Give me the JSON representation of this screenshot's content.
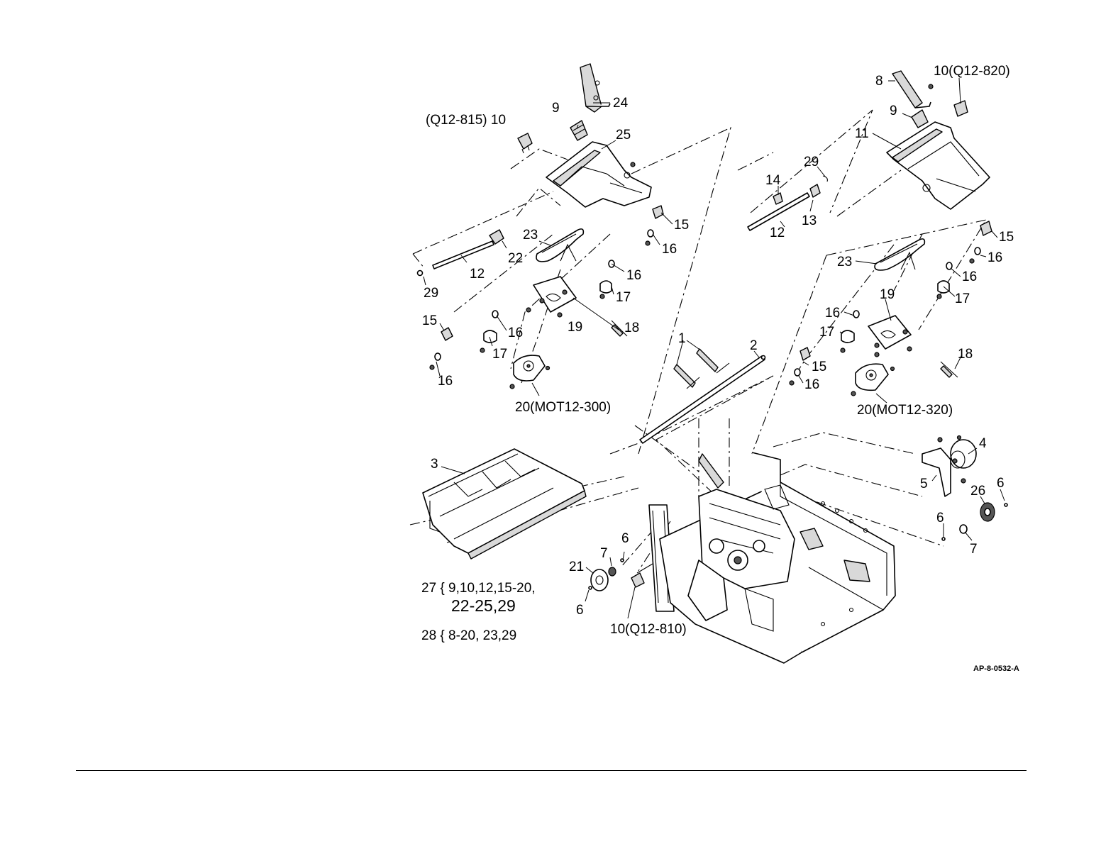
{
  "callouts": {
    "c_q12_815": "(Q12-815) 10",
    "c9_left": "9",
    "c24": "24",
    "c25": "25",
    "c15_a": "15",
    "c16_a": "16",
    "c23_left": "23",
    "c22": "22",
    "c12_left": "12",
    "c29_left": "29",
    "c16_b": "16",
    "c17_a": "17",
    "c15_b": "15",
    "c16_c": "16",
    "c17_b": "17",
    "c19_left": "19",
    "c18_left": "18",
    "c16_d": "16",
    "c20_mot300": "20(MOT12-300)",
    "c8": "8",
    "c10_q12_820": "10(Q12-820)",
    "c9_right": "9",
    "c11": "11",
    "c29_right": "29",
    "c14": "14",
    "c13": "13",
    "c12_right": "12",
    "c15_c": "15",
    "c16_e": "16",
    "c23_right": "23",
    "c16_f": "16",
    "c17_c": "17",
    "c19_right": "19",
    "c16_g": "16",
    "c17_d": "17",
    "c15_d": "15",
    "c16_h": "16",
    "c18_right": "18",
    "c20_mot320": "20(MOT12-320)",
    "c1": "1",
    "c2": "2",
    "c3": "3",
    "c4": "4",
    "c5": "5",
    "c26": "26",
    "c6_a": "6",
    "c6_b": "6",
    "c7_right": "7",
    "c6_c": "6",
    "c7_left": "7",
    "c21": "21",
    "c6_d": "6",
    "c10_q12_810": "10(Q12-810)"
  },
  "kits": {
    "kit27_line1": "27 { 9,10,12,15-20,",
    "kit27_line2": "22-25,29",
    "kit28_line1": "28 { 8-20, 23,29"
  },
  "drawing_id": "AP-8-0532-A"
}
